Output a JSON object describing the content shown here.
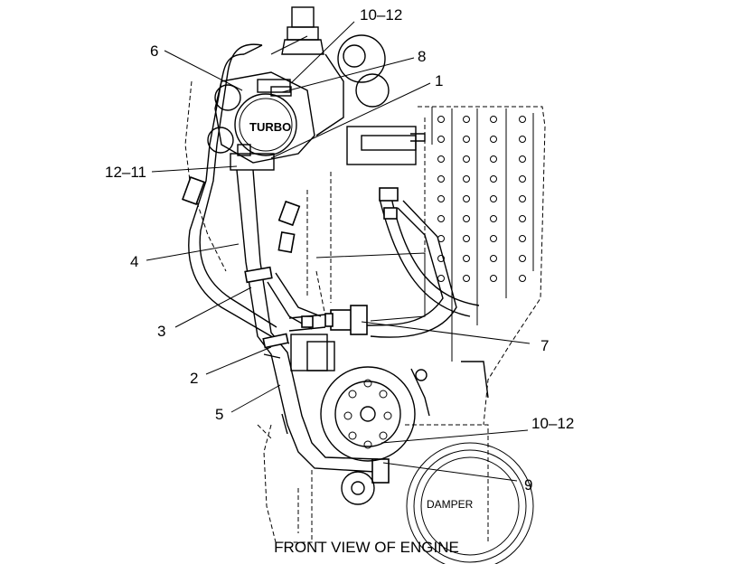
{
  "labels": {
    "l1": "1",
    "l2": "2",
    "l3": "3",
    "l4": "4",
    "l5": "5",
    "l6": "6",
    "l7": "7",
    "l8": "8",
    "l9": "9",
    "l10_12_top": "10–12",
    "l10_12_bottom": "10–12",
    "l12_11": "12–11"
  },
  "components": {
    "turbo": "TURBO",
    "damper": "DAMPER"
  },
  "caption": "FRONT VIEW OF ENGINE"
}
